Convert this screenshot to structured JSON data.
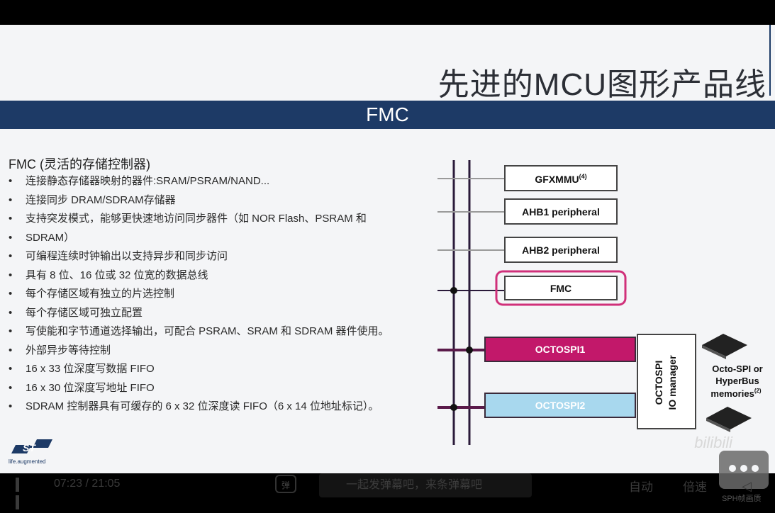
{
  "slide": {
    "title": "先进的MCU图形产品线",
    "banner": "FMC",
    "heading": "FMC (灵活的存储控制器)",
    "bullets": [
      "连接静态存储器映射的器件:SRAM/PSRAM/NAND...",
      "连接同步 DRAM/SDRAM存储器",
      "支持突发模式，能够更快速地访问同步器件（如 NOR Flash、PSRAM 和",
      "SDRAM）",
      "可编程连续时钟输出以支持异步和同步访问",
      "具有 8 位、16 位或 32 位宽的数据总线",
      "每个存储区域有独立的片选控制",
      "每个存储区域可独立配置",
      "写使能和字节通道选择输出，可配合 PSRAM、SRAM 和 SDRAM 器件使用。",
      "外部异步等待控制",
      "16 x 33 位深度写数据 FIFO",
      "16 x 30 位深度写地址 FIFO",
      "SDRAM 控制器具有可缓存的 6 x 32 位深度读 FIFO（6 x 14 位地址标记）。"
    ],
    "logo_tagline": "life.augmented",
    "watermark": "bilibili"
  },
  "diagram": {
    "blocks": {
      "gfxmmu": "GFXMMU",
      "gfxmmu_sup": "(4)",
      "ahb1": "AHB1 peripheral",
      "ahb2": "AHB2 peripheral",
      "fmc": "FMC",
      "octospi1": "OCTOSPI1",
      "octospi2": "OCTOSPI2",
      "io_manager_line1": "OCTOSPI",
      "io_manager_line2": "IO manager",
      "memories_line1": "Octo-SPI or",
      "memories_line2": "HyperBus",
      "memories_line3": "memories",
      "memories_sup": "(2)"
    },
    "colors": {
      "bus": "#2a1a3a",
      "fmc_highlight": "#d0307a",
      "octospi1_fill": "#c2186a",
      "octospi2_fill": "#a8d8ee"
    }
  },
  "player": {
    "time_current": "07:23",
    "time_separator": "/",
    "time_total": "21:05",
    "danmu_toggle": "弹",
    "danmu_placeholder": "一起发弹幕吧，来条弹幕吧",
    "auto_label": "自动",
    "speed_label": "倍速",
    "brand": "SPH帧画质"
  }
}
